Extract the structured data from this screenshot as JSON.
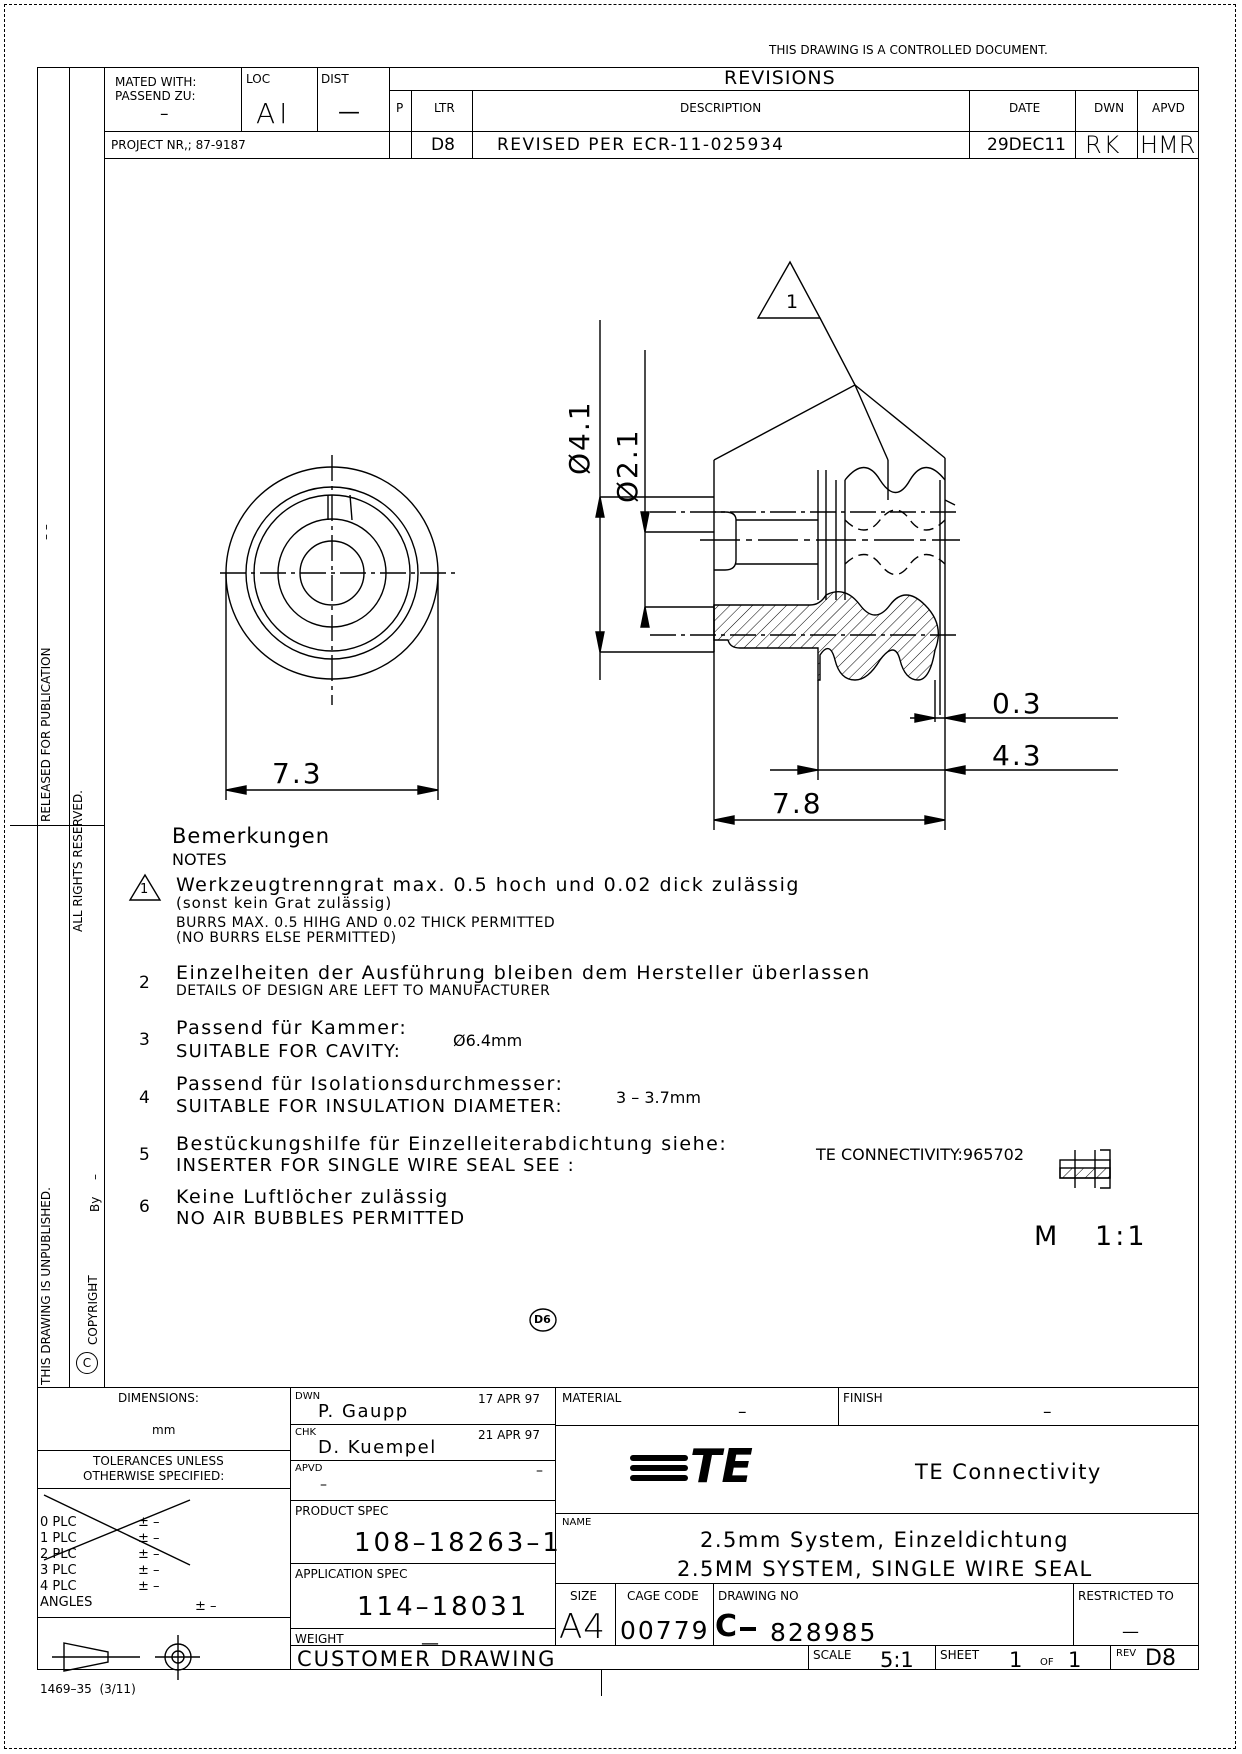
{
  "top_notice": "THIS DRAWING IS A CONTROLLED DOCUMENT.",
  "header": {
    "mated_with_label": "MATED WITH:",
    "passend_zu_label": "PASSEND ZU:",
    "mated_with_value": "–",
    "loc_label": "LOC",
    "loc_value": "AI",
    "dist_label": "DIST",
    "dist_value": "—",
    "project_nr": "PROJECT NR,; 87-9187"
  },
  "revisions": {
    "title": "REVISIONS",
    "col_p": "P",
    "col_ltr": "LTR",
    "col_description": "DESCRIPTION",
    "col_date": "DATE",
    "col_dwn": "DWN",
    "col_apvd": "APVD",
    "row": {
      "ltr": "D8",
      "description": "REVISED PER ECR-11-025934",
      "date": "29DEC11",
      "dwn": "RK",
      "apvd": "HMR"
    }
  },
  "side_labels": {
    "released": "RELEASED FOR PUBLICATION",
    "rights": "ALL RIGHTS RESERVED.",
    "unpublished": "THIS DRAWING IS UNPUBLISHED.",
    "copyright": "COPYRIGHT",
    "by": "By",
    "dash1": "– –",
    "dash2": "–",
    "copyright_symbol": "C"
  },
  "dimensions": {
    "d1": "7.3",
    "d2": "7.8",
    "d3": "4.3",
    "d4": "0.3",
    "dia_outer": "Ø4.1",
    "dia_inner": "Ø2.1",
    "note_flag": "1"
  },
  "notes": {
    "title_de": "Bemerkungen",
    "title_en": "NOTES",
    "items": [
      {
        "num": "1",
        "de": "Werkzeugtrenngrat   max. 0.5 hoch und 0.02 dick zulässig",
        "de2": "(sonst kein Grat zulässig)",
        "en": "BURRS MAX. 0.5 HIHG AND 0.02 THICK PERMITTED",
        "en2": "(NO BURRS ELSE PERMITTED)"
      },
      {
        "num": "2",
        "de": "Einzelheiten der Ausführung bleiben dem Hersteller  überlassen",
        "en": "DETAILS OF DESIGN ARE LEFT TO MANUFACTURER"
      },
      {
        "num": "3",
        "de": "Passend für Kammer:",
        "en": "SUITABLE FOR CAVITY:",
        "value": "Ø6.4mm"
      },
      {
        "num": "4",
        "de": "Passend für Isolationsdurchmesser:",
        "en": "SUITABLE FOR INSULATION DIAMETER:",
        "value": "3 – 3.7mm"
      },
      {
        "num": "5",
        "de": "Bestückungshilfe für Einzelleiterabdichtung siehe:",
        "en": "INSERTER FOR SINGLE WIRE SEAL SEE :",
        "value": "TE CONNECTIVITY:965702"
      },
      {
        "num": "6",
        "de": "Keine Luftlöcher zulässig",
        "en": "NO AIR BUBBLES PERMITTED"
      }
    ],
    "scale_mark": "M   1:1",
    "rev_badge": "D6"
  },
  "title_block": {
    "dimensions_label": "DIMENSIONS:",
    "dimensions_unit": "mm",
    "tolerances_label": "TOLERANCES UNLESS",
    "tolerances_label2": "OTHERWISE SPECIFIED:",
    "tol_rows": [
      {
        "label": "0 PLC",
        "value": "± –"
      },
      {
        "label": "1 PLC",
        "value": "± –"
      },
      {
        "label": "2 PLC",
        "value": "± –"
      },
      {
        "label": "3 PLC",
        "value": "± –"
      },
      {
        "label": "4 PLC",
        "value": "± –"
      }
    ],
    "angles_label": "ANGLES",
    "angles_value": "± –",
    "dwn_label": "DWN",
    "dwn_name": "P. Gaupp",
    "dwn_date": "17 APR 97",
    "chk_label": "CHK",
    "chk_name": "D. Kuempel",
    "chk_date": "21 APR 97",
    "apvd_label": "APVD",
    "apvd_value": "–",
    "apvd_value2": "–",
    "product_spec_label": "PRODUCT SPEC",
    "product_spec": "108–18263–1",
    "application_spec_label": "APPLICATION SPEC",
    "application_spec": "114–18031",
    "weight_label": "WEIGHT",
    "weight_value": "—",
    "customer_drawing": "CUSTOMER DRAWING",
    "material_label": "MATERIAL",
    "material_value": "–",
    "finish_label": "FINISH",
    "finish_value": "–",
    "logo_text": "TE",
    "company": "TE Connectivity",
    "name_label": "NAME",
    "name_de": "2.5mm System, Einzeldichtung",
    "name_en": "2.5MM SYSTEM, SINGLE WIRE SEAL",
    "size_label": "SIZE",
    "size_value": "A4",
    "cage_label": "CAGE CODE",
    "cage_value": "00779",
    "drawing_no_label": "DRAWING NO",
    "drawing_prefix": "C",
    "drawing_no": "828985",
    "restricted_label": "RESTRICTED TO",
    "restricted_value": "—",
    "scale_label": "SCALE",
    "scale_value": "5:1",
    "sheet_label": "SHEET",
    "sheet_value": "1",
    "of_label": "OF",
    "of_value": "1",
    "rev_label": "REV",
    "rev_value": "D8"
  },
  "form_number": "1469–35  (3/11)"
}
